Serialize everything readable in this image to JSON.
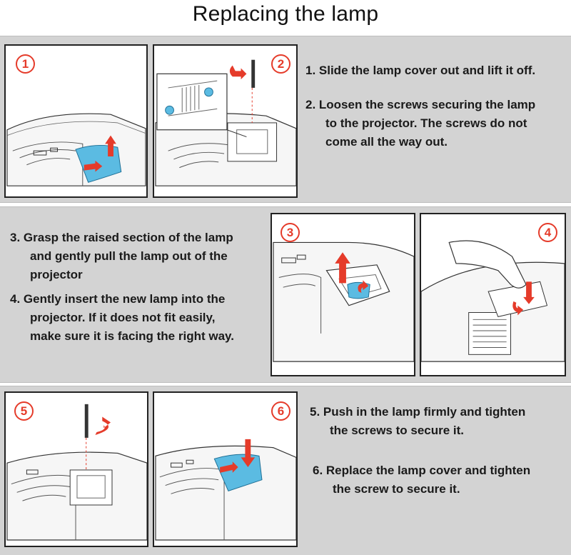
{
  "title": "Replacing the lamp",
  "steps": [
    {
      "number": "1",
      "lines": [
        "1. Slide the lamp cover out and lift it off."
      ]
    },
    {
      "number": "2",
      "lines": [
        "2. Loosen the screws securing the lamp",
        "to the projector. The screws do not",
        "come all the way out."
      ]
    },
    {
      "number": "3",
      "lines": [
        "3. Grasp the raised section of the lamp",
        "and gently pull the lamp out of the",
        "projector"
      ]
    },
    {
      "number": "4",
      "lines": [
        "4. Gently insert the new lamp into the",
        "projector. If it does not fit easily,",
        "make sure it is facing the right way."
      ]
    },
    {
      "number": "5",
      "lines": [
        "5. Push in the lamp firmly and tighten",
        "the screws to secure it."
      ]
    },
    {
      "number": "6",
      "lines": [
        "6. Replace the lamp cover and tighten",
        "the screw to secure it."
      ]
    }
  ],
  "colors": {
    "accent_red": "#e53b2a",
    "lamp_cover_blue": "#5bbbe2",
    "band_gray": "#d3d3d3"
  }
}
